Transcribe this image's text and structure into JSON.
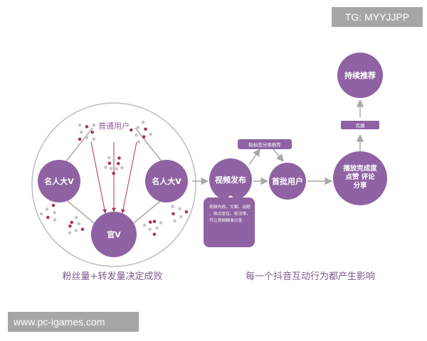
{
  "colors": {
    "purple": "#8f62a3",
    "purple_light": "#b79bc4",
    "outline": "#bdbdbd",
    "arrow": "#a7a7a7",
    "dot_red": "#b03550",
    "dot_gray": "#c9c2cb",
    "caption": "#7d5a8d"
  },
  "left_diagram": {
    "top_label": "普通用户",
    "left_circle": "名人大V",
    "right_circle": "名人大V",
    "bottom_circle": "官V",
    "caption": "粉丝量+转发量决定成败"
  },
  "flow": {
    "publish": "视频发布",
    "publish_note": "视频内容、文案、话题、地点定位、标注等，可让视频精准分发",
    "tag_label": "贴标签分类推荐",
    "first_users": "首批用户",
    "feedback": "播放完成度点赞 评论分享",
    "small_label": "完播",
    "recommend": "持续推荐",
    "caption": "每一个抖音互动行为都产生影响"
  },
  "watermarks": {
    "top": "TG: MYYJJPP",
    "bottom": "www.pc-igames.com"
  }
}
